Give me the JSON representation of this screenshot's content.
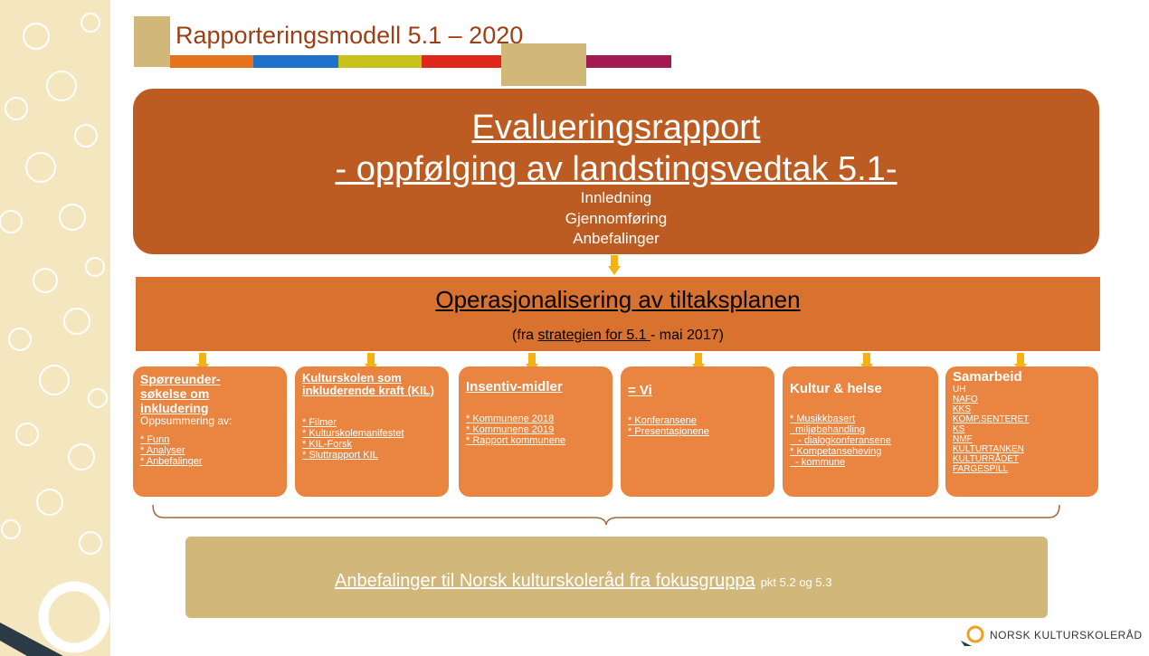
{
  "slide": {
    "title": "Rapporteringsmodell 5.1 – 2020",
    "stripe_colors": [
      "#e7721c",
      "#2070c9",
      "#c7c11a",
      "#e0271c",
      "#d2b77b",
      "#a31a53"
    ]
  },
  "evaluation": {
    "title_line1": "Evalueringsrapport",
    "title_line2": "- oppfølging av landstingsvedtak 5.1-",
    "items": [
      "Innledning",
      "Gjennomføring",
      "Anbefalinger"
    ]
  },
  "operationalization": {
    "title": "Operasjonalisering av tiltaksplanen",
    "sub_prefix": "(fra ",
    "sub_link": "strategien for 5.1 ",
    "sub_suffix": "- mai 2017)"
  },
  "cards": [
    {
      "heading": "Spørreunder-søkelse om inkludering",
      "intro": "Oppsummering av:",
      "lines": [
        "* Funn",
        "* Analyser",
        "* Anbefalinger"
      ]
    },
    {
      "heading": "Kulturskolen som inkluderende kraft (KIL)",
      "lines": [
        "* Filmer",
        "* Kulturskolemanifestet",
        "* KIL-Forsk",
        "* Sluttrapport KIL"
      ]
    },
    {
      "heading": "Insentiv-midler",
      "lines": [
        "* Kommunene 2018",
        "* Kommunene 2019",
        "* Rapport kommunene"
      ]
    },
    {
      "heading": "= Vi",
      "lines": [
        "* Konferansene",
        "* Presentasjonene"
      ]
    },
    {
      "heading": "Kultur & helse",
      "lines": [
        "* Musikkbasert",
        "  miljøbehandling",
        "   - dialogkonferansene",
        "* Kompetanseheving",
        "  - kommune"
      ]
    },
    {
      "heading": "Samarbeid",
      "lines": [
        "UH",
        "NAFO",
        "KKS",
        "KOMP.SENTERET",
        "KS",
        "NMF",
        "KULTURTANKEN",
        "KULTURRÅDET",
        "FARGESPILL"
      ]
    }
  ],
  "recommendation": {
    "main": "Anbefalinger til Norsk kulturskoleråd fra fokusgruppa",
    "extra": "pkt 5.2 og 5.3"
  },
  "logo": {
    "text": "NORSK KULTURSKOLERÅD"
  },
  "colors": {
    "title": "#9a3f16",
    "evaluation_box": "#bd5c22",
    "operationalization_band": "#d9712f",
    "card": "#e98540",
    "recommendation_band": "#d2b77b",
    "arrow": "#f4b213",
    "sidebar": "#f4e6bf"
  }
}
